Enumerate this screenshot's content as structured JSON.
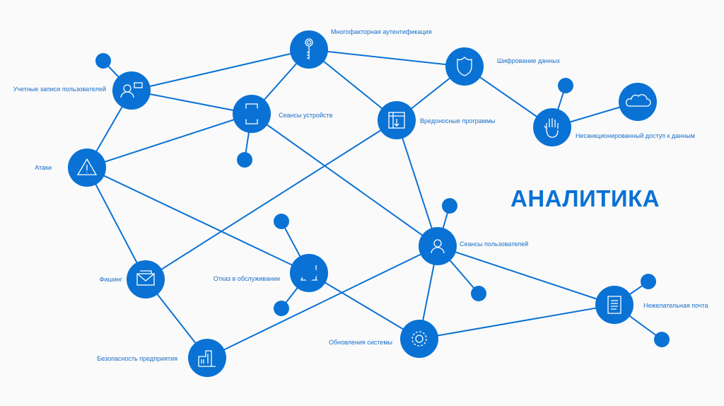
{
  "title": "АНАЛИТИКА",
  "accent_color": "#0a72d4",
  "nodes": {
    "mfa": {
      "label": "Многофакторная аутентификация",
      "icon": "key-icon"
    },
    "accounts": {
      "label": "Учетные записи пользователей",
      "icon": "user-card-icon"
    },
    "devices": {
      "label": "Сеансы устройств",
      "icon": "phone-icon"
    },
    "encryption": {
      "label": "Шифрование данных",
      "icon": "shield-icon"
    },
    "malware": {
      "label": "Вредоносные программы",
      "icon": "download-window-icon"
    },
    "unauthorized": {
      "label": "Несанкционированный доступ к данным",
      "icon": "hand-icon"
    },
    "cloud": {
      "label": "",
      "icon": "cloud-icon"
    },
    "attacks": {
      "label": "Атаки",
      "icon": "warning-icon"
    },
    "sessions": {
      "label": "Сеансы пользователей",
      "icon": "user-icon"
    },
    "phishing": {
      "label": "Фишинг",
      "icon": "envelope-icon"
    },
    "dos": {
      "label": "Отказ в обслуживании",
      "icon": "bar-chart-icon"
    },
    "spam": {
      "label": "Нежелательная почта",
      "icon": "document-icon"
    },
    "updates": {
      "label": "Обновления системы",
      "icon": "gear-icon"
    },
    "enterprise": {
      "label": "Безопасность предприятия",
      "icon": "building-icon"
    }
  }
}
